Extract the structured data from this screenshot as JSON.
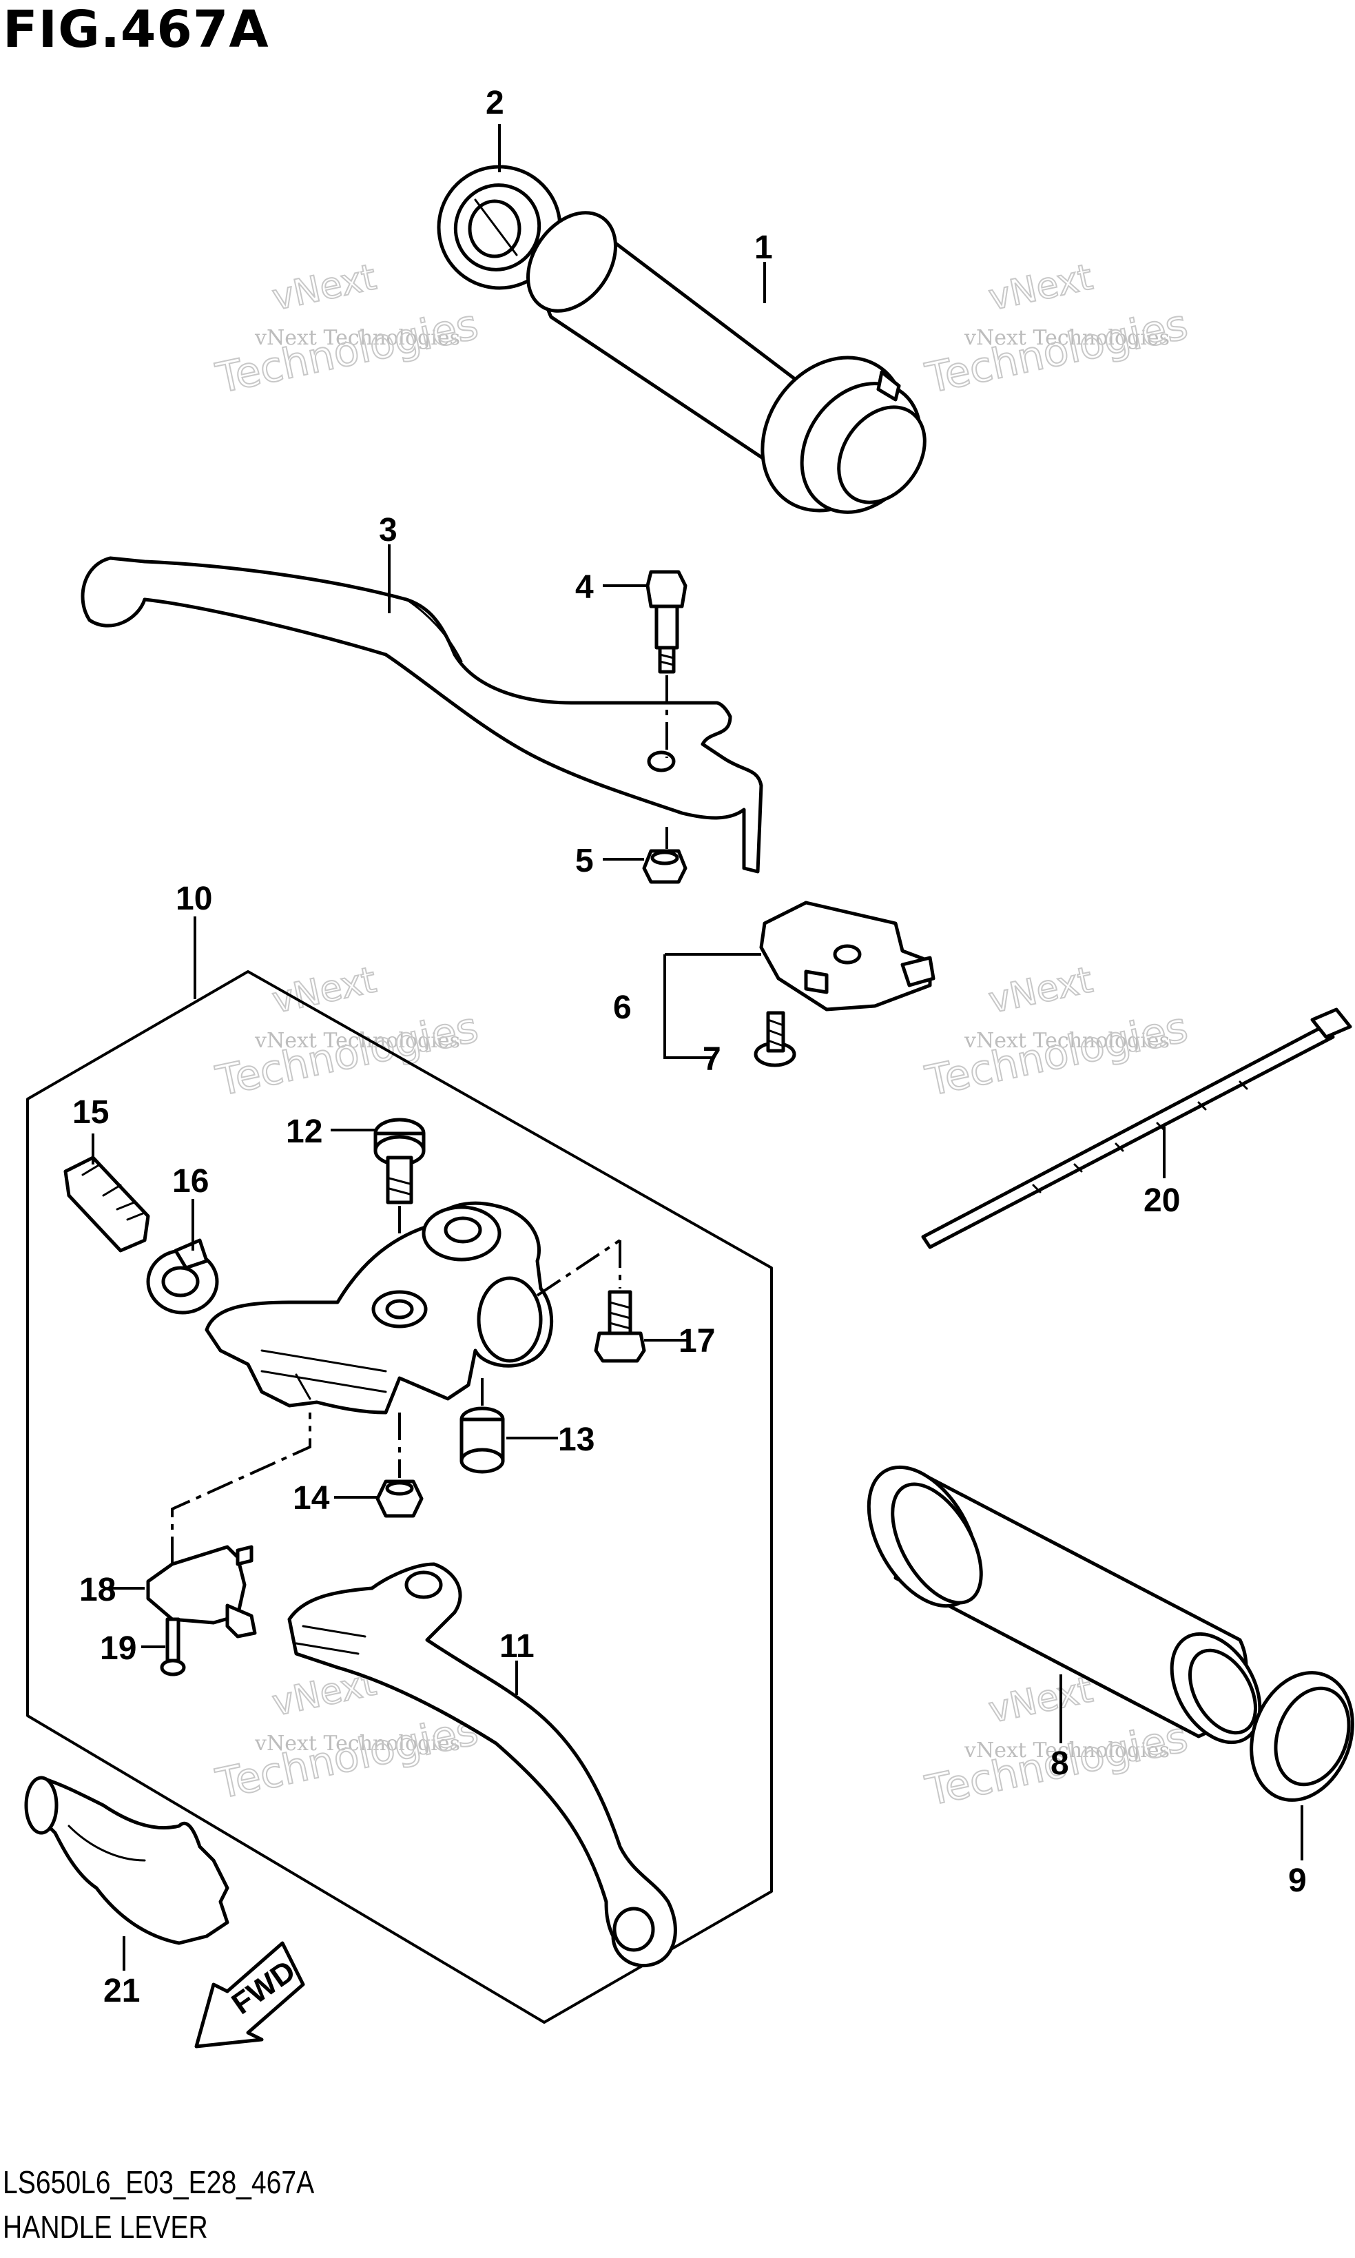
{
  "figure": {
    "title": "FIG.467A",
    "code": "LS650L6_E03_E28_467A",
    "name": "HANDLE LEVER"
  },
  "watermark": {
    "line1": "vNext Technologies",
    "line2": "vNext",
    "line3": "Technologies"
  },
  "callouts": [
    "1",
    "2",
    "3",
    "4",
    "5",
    "6",
    "7",
    "8",
    "9",
    "10",
    "11",
    "12",
    "13",
    "14",
    "15",
    "16",
    "17",
    "18",
    "19",
    "20",
    "21"
  ],
  "fwd_label": "FWD"
}
